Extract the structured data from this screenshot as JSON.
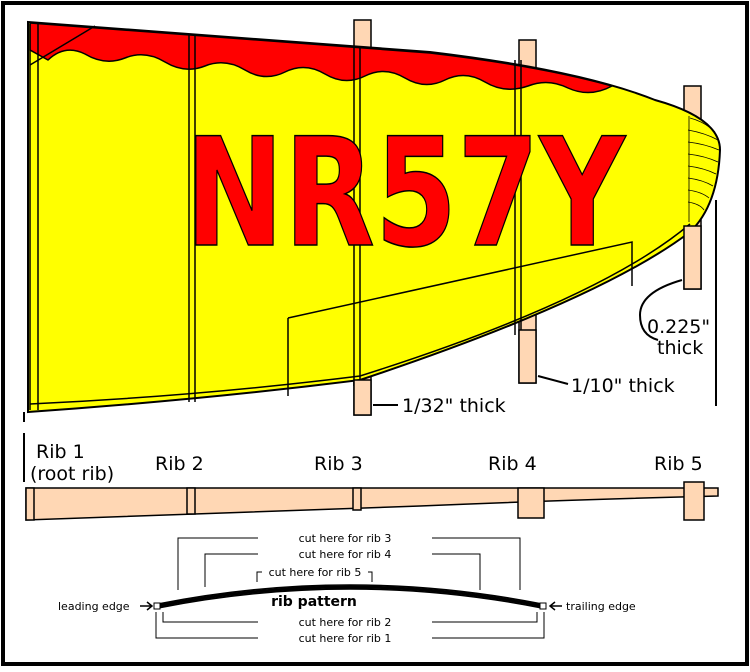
{
  "registration": "NR57Y",
  "ribs": [
    {
      "label_line1": "Rib 1",
      "label_line2": "(root rib)"
    },
    {
      "label_line1": "Rib 2"
    },
    {
      "label_line1": "Rib 3"
    },
    {
      "label_line1": "Rib 4"
    },
    {
      "label_line1": "Rib 5"
    }
  ],
  "thickness_callouts": {
    "rib3": "1/32\" thick",
    "rib4": "1/10\" thick",
    "rib5_line1": "0.225\"",
    "rib5_line2": "thick"
  },
  "rib_pattern": {
    "title": "rib pattern",
    "leading_edge": "leading edge",
    "trailing_edge": "trailing edge",
    "cut_rib1": "cut here for rib 1",
    "cut_rib2": "cut here for rib 2",
    "cut_rib3": "cut here for rib 3",
    "cut_rib4": "cut here for rib 4",
    "cut_rib5": "cut here for rib 5"
  },
  "colors": {
    "wing_fill": "#ffff00",
    "lettering": "#ff0000",
    "spar_wood": "#ffd7b4",
    "frame": "#000000"
  }
}
